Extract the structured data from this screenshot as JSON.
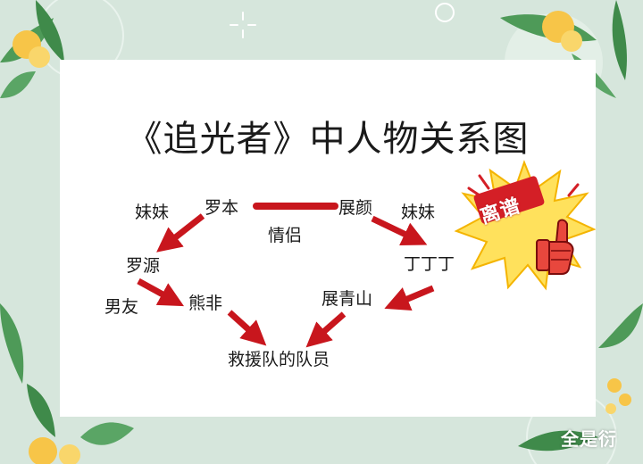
{
  "title": "《追光者》中人物关系图",
  "people": {
    "luoben": "罗本",
    "zhanyan": "展颜",
    "luoyuan": "罗源",
    "dingdingding": "丁丁丁",
    "xiongfei": "熊非",
    "zhanqingshan": "展青山",
    "rescue_team": "救援队的队员"
  },
  "relations": {
    "lovers": "情侣",
    "sister_left": "妹妹",
    "sister_right": "妹妹",
    "boyfriend": "男友"
  },
  "badge": {
    "text": "离谱"
  },
  "watermark": "全是衍",
  "colors": {
    "arrow": "#c8161d",
    "background": "#d6e6dc",
    "card": "#ffffff",
    "badge_burst": "#ffe15c"
  }
}
